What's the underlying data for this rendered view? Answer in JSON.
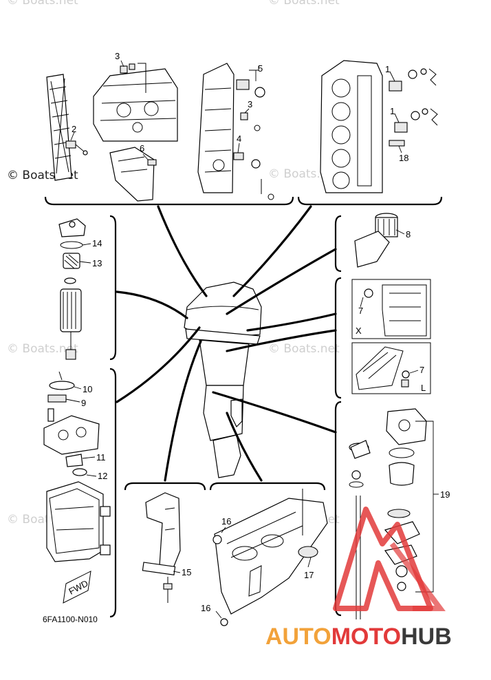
{
  "diagram": {
    "part_numbers": {
      "p1a": "1",
      "p1b": "1",
      "p2": "2",
      "p3a": "3",
      "p3b": "3",
      "p4": "4",
      "p5": "5",
      "p6": "6",
      "p7a": "7",
      "p7b": "7",
      "p8": "8",
      "p9": "9",
      "p10": "10",
      "p11": "11",
      "p12": "12",
      "p13": "13",
      "p14": "14",
      "p15": "15",
      "p16a": "16",
      "p16b": "16",
      "p17": "17",
      "p18": "18",
      "p19": "19"
    },
    "view_letters": {
      "x": "X",
      "l": "L"
    },
    "fwd_label": "FWD",
    "diagram_code": "6FA1100-N010"
  },
  "watermarks": {
    "main": "© Boats.net",
    "faint": "© Boats.net"
  },
  "logo": {
    "auto": "AUTO",
    "moto": "MOTO",
    "hub": "HUB"
  },
  "colors": {
    "logo_orange": "#f2a23a",
    "logo_red": "#e23a3a",
    "logo_dark": "#3a3a3a"
  }
}
